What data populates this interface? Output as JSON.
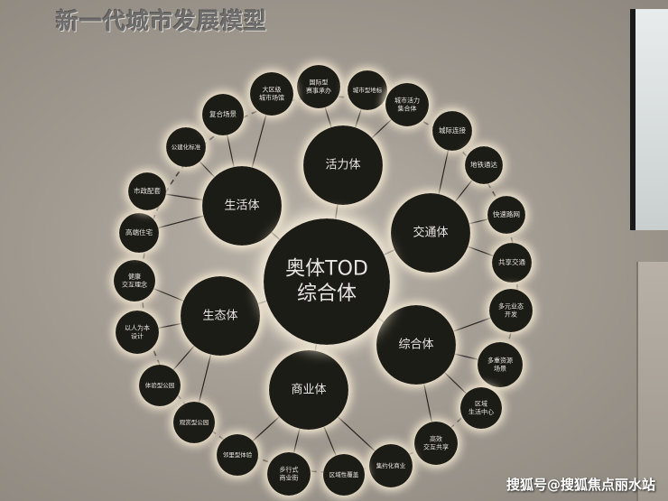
{
  "wall_title": "新一代城市发展模型",
  "center": {
    "lines": [
      "奥体TOD",
      "综合体"
    ]
  },
  "hubs": [
    {
      "id": "vitality",
      "label": "活力体"
    },
    {
      "id": "transport",
      "label": "交通体"
    },
    {
      "id": "complex",
      "label": "综合体"
    },
    {
      "id": "commerce",
      "label": "商业体"
    },
    {
      "id": "ecology",
      "label": "生态体"
    },
    {
      "id": "living",
      "label": "生活体"
    }
  ],
  "outer_nodes": [
    {
      "id": "intl-events",
      "lines": [
        "国际型",
        "赛事承办"
      ],
      "hub": "vitality"
    },
    {
      "id": "urban-landmark",
      "lines": [
        "城市型地标"
      ],
      "hub": "vitality"
    },
    {
      "id": "city-vitality",
      "lines": [
        "城市活力",
        "集合体"
      ],
      "hub": "vitality"
    },
    {
      "id": "intercity-link",
      "lines": [
        "城际连接"
      ],
      "hub": "transport"
    },
    {
      "id": "metro-link",
      "lines": [
        "地铁通达"
      ],
      "hub": "transport"
    },
    {
      "id": "fast-road",
      "lines": [
        "快速路网"
      ],
      "hub": "transport"
    },
    {
      "id": "shared-transport",
      "lines": [
        "共享交通"
      ],
      "hub": "transport"
    },
    {
      "id": "multi-format",
      "lines": [
        "多元业态",
        "开发"
      ],
      "hub": "complex"
    },
    {
      "id": "multi-resource",
      "lines": [
        "多重资源",
        "场景"
      ],
      "hub": "complex"
    },
    {
      "id": "district-center",
      "lines": [
        "区域",
        "生活中心"
      ],
      "hub": "complex"
    },
    {
      "id": "efficient-sharing",
      "lines": [
        "高效",
        "交互共享"
      ],
      "hub": "complex"
    },
    {
      "id": "intensive-commerce",
      "lines": [
        "集约化商业"
      ],
      "hub": "commerce"
    },
    {
      "id": "regional-coverage",
      "lines": [
        "区域性覆盖"
      ],
      "hub": "commerce"
    },
    {
      "id": "pedestrian-street",
      "lines": [
        "步行式",
        "商业街"
      ],
      "hub": "commerce"
    },
    {
      "id": "neighborhood",
      "lines": [
        "邻里型体验"
      ],
      "hub": "commerce"
    },
    {
      "id": "viewing-park",
      "lines": [
        "观赏型公园"
      ],
      "hub": "ecology"
    },
    {
      "id": "experience-park",
      "lines": [
        "体验型公园"
      ],
      "hub": "ecology"
    },
    {
      "id": "human-design",
      "lines": [
        "以人为本",
        "设计"
      ],
      "hub": "ecology"
    },
    {
      "id": "health-concept",
      "lines": [
        "健康",
        "交互理念"
      ],
      "hub": "ecology"
    },
    {
      "id": "premium-housing",
      "lines": [
        "高端住宅"
      ],
      "hub": "living"
    },
    {
      "id": "municipal",
      "lines": [
        "市政配套"
      ],
      "hub": "living"
    },
    {
      "id": "public-standard",
      "lines": [
        "公建化标准"
      ],
      "hub": "living"
    },
    {
      "id": "complex-venue",
      "lines": [
        "复合场景"
      ],
      "hub": "living"
    },
    {
      "id": "large-venue",
      "lines": [
        "大区级",
        "城市场馆"
      ],
      "hub": "living"
    }
  ],
  "watermark": "搜狐号@搜狐焦点丽水站",
  "colors": {
    "node_fill": "#1f1b19",
    "glow": "#fff3da",
    "text": "#e8e6e2",
    "line": "#2a2623"
  }
}
